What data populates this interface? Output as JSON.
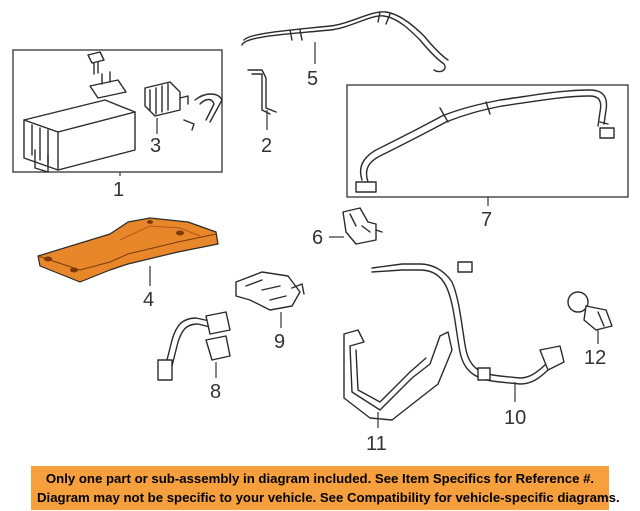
{
  "diagram": {
    "accent_color": "#f5a03c",
    "highlight_part_color": "#e8862a",
    "callouts": [
      {
        "id": "1",
        "label": "1"
      },
      {
        "id": "2",
        "label": "2"
      },
      {
        "id": "3",
        "label": "3"
      },
      {
        "id": "4",
        "label": "4"
      },
      {
        "id": "5",
        "label": "5"
      },
      {
        "id": "6",
        "label": "6"
      },
      {
        "id": "7",
        "label": "7"
      },
      {
        "id": "8",
        "label": "8"
      },
      {
        "id": "9",
        "label": "9"
      },
      {
        "id": "10",
        "label": "10"
      },
      {
        "id": "11",
        "label": "11"
      },
      {
        "id": "12",
        "label": "12"
      }
    ]
  },
  "banner": {
    "line1": "Only one part or sub-assembly in diagram included. See Item Specifics for Reference #.",
    "line2": "Diagram may not be specific to your vehicle. See Compatibility for vehicle-specific diagrams."
  }
}
